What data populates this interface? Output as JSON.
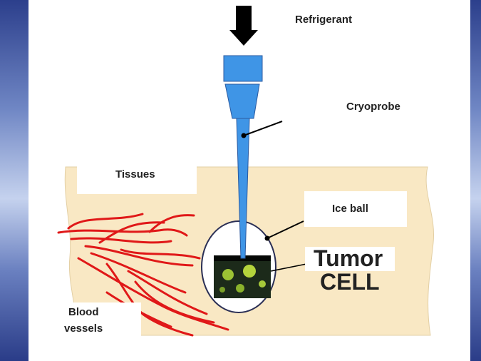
{
  "labels": {
    "refrigerant": "Refrigerant",
    "cryoprobe": "Cryoprobe",
    "tissues": "Tissues",
    "ice_ball": "Ice ball",
    "tumor": "Tumor",
    "cell": "CELL",
    "blood": "Blood",
    "vessels": "vessels"
  },
  "colors": {
    "probe": "#3f95e6",
    "tissue": "#f9e8c4",
    "vessel": "#e01818",
    "arrow": "#000000"
  }
}
